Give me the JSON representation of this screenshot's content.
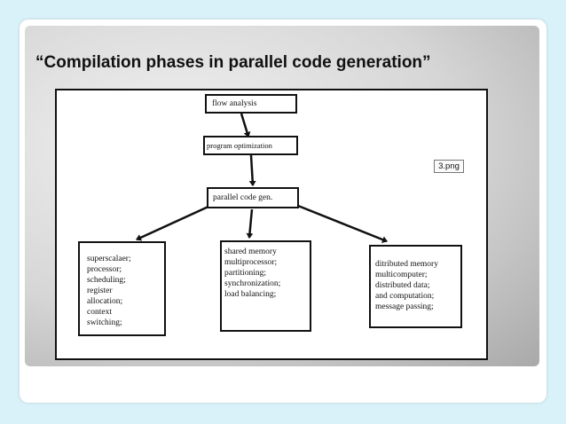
{
  "slide": {
    "title": "“Compilation phases in parallel code generation”"
  },
  "diagram": {
    "image_tag": "3.png",
    "nodes": {
      "flow_analysis": "flow analysis",
      "program_optimization": "program optimization",
      "parallel_code_gen": "parallel code gen.",
      "superscalar": [
        "superscalaer;",
        "processor;",
        "scheduling;",
        "register",
        "allocation;",
        "context",
        "switching;"
      ],
      "shared_memory": [
        "shared memory",
        "multiprocessor;",
        "partitioning;",
        "synchronization;",
        "load balancing;"
      ],
      "distributed_memory": [
        "ditributed memory",
        "multicomputer;",
        "distributed data;",
        "and computation;",
        "message passing;"
      ]
    },
    "edges": [
      [
        "flow_analysis",
        "program_optimization"
      ],
      [
        "program_optimization",
        "parallel_code_gen"
      ],
      [
        "parallel_code_gen",
        "superscalar"
      ],
      [
        "parallel_code_gen",
        "shared_memory"
      ],
      [
        "parallel_code_gen",
        "distributed_memory"
      ]
    ]
  }
}
